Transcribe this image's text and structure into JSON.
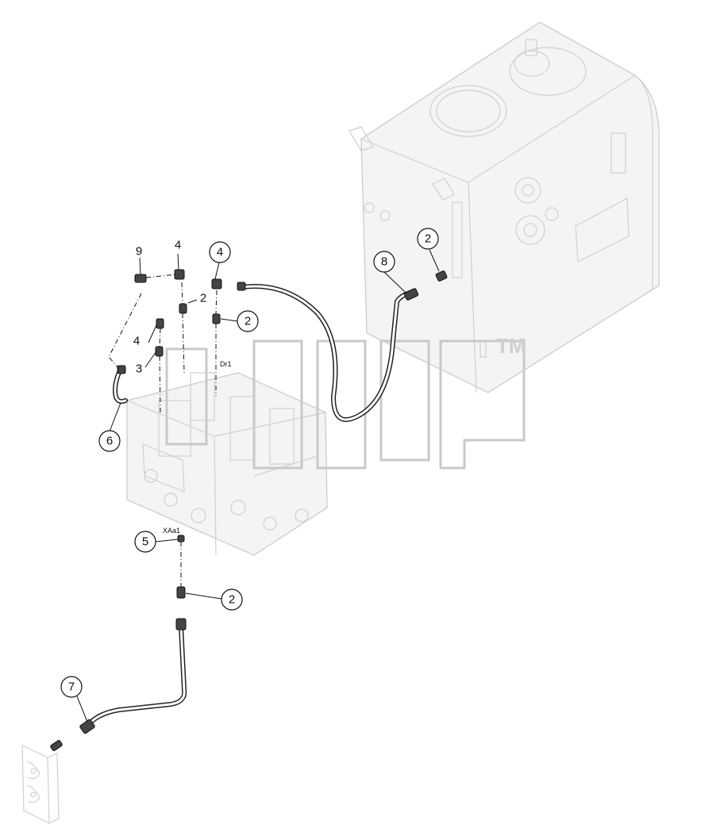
{
  "diagram": {
    "callouts": [
      {
        "id": "c9",
        "label": "9"
      },
      {
        "id": "c4a",
        "label": "4"
      },
      {
        "id": "c2a",
        "label": "2"
      },
      {
        "id": "c4b",
        "label": "4"
      },
      {
        "id": "c3",
        "label": "3"
      },
      {
        "id": "c6",
        "label": "6"
      },
      {
        "id": "c4c",
        "label": "4"
      },
      {
        "id": "c2b",
        "label": "2"
      },
      {
        "id": "c8",
        "label": "8"
      },
      {
        "id": "c2c",
        "label": "2"
      },
      {
        "id": "c5",
        "label": "5"
      },
      {
        "id": "c2d",
        "label": "2"
      },
      {
        "id": "c7",
        "label": "7"
      }
    ],
    "port_labels": {
      "dr1": "Dr1",
      "xa1": "XAa1"
    },
    "watermark": {
      "tm": "TM"
    }
  }
}
